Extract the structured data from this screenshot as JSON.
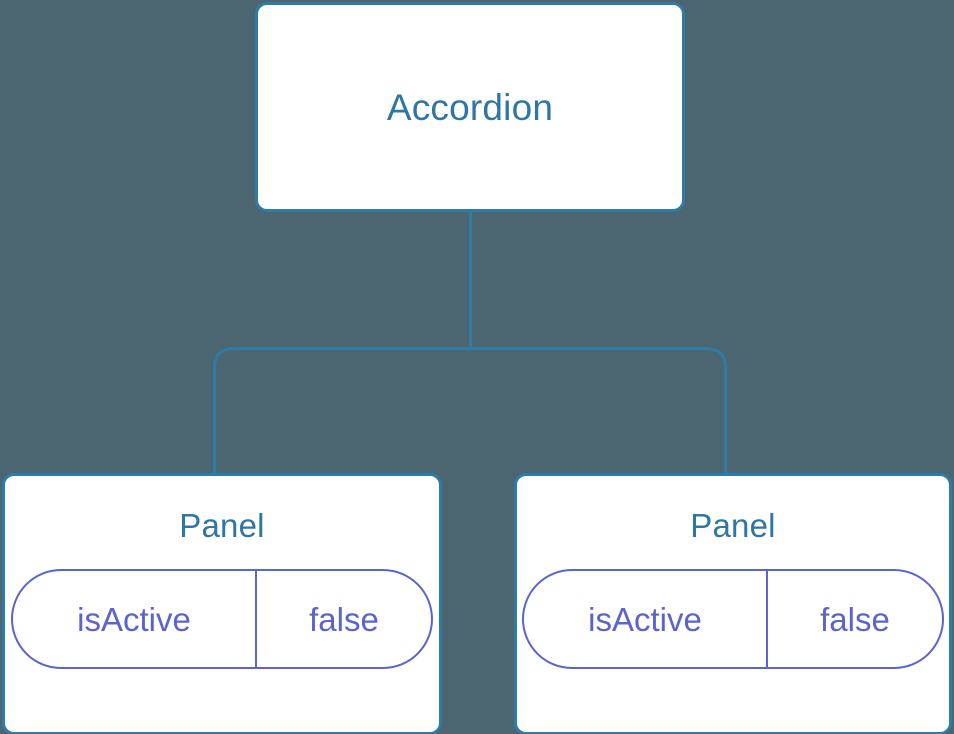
{
  "diagram": {
    "type": "component-tree",
    "background_color": "#4b6670",
    "node_border_color": "#2e7ba6",
    "node_title_color": "#2e76a3",
    "pill_color": "#5b63cf",
    "edge_color": "#2e7ba6",
    "root": {
      "title": "Accordion"
    },
    "children": [
      {
        "title": "Panel",
        "prop_key": "isActive",
        "prop_value": "false"
      },
      {
        "title": "Panel",
        "prop_key": "isActive",
        "prop_value": "false"
      }
    ]
  }
}
